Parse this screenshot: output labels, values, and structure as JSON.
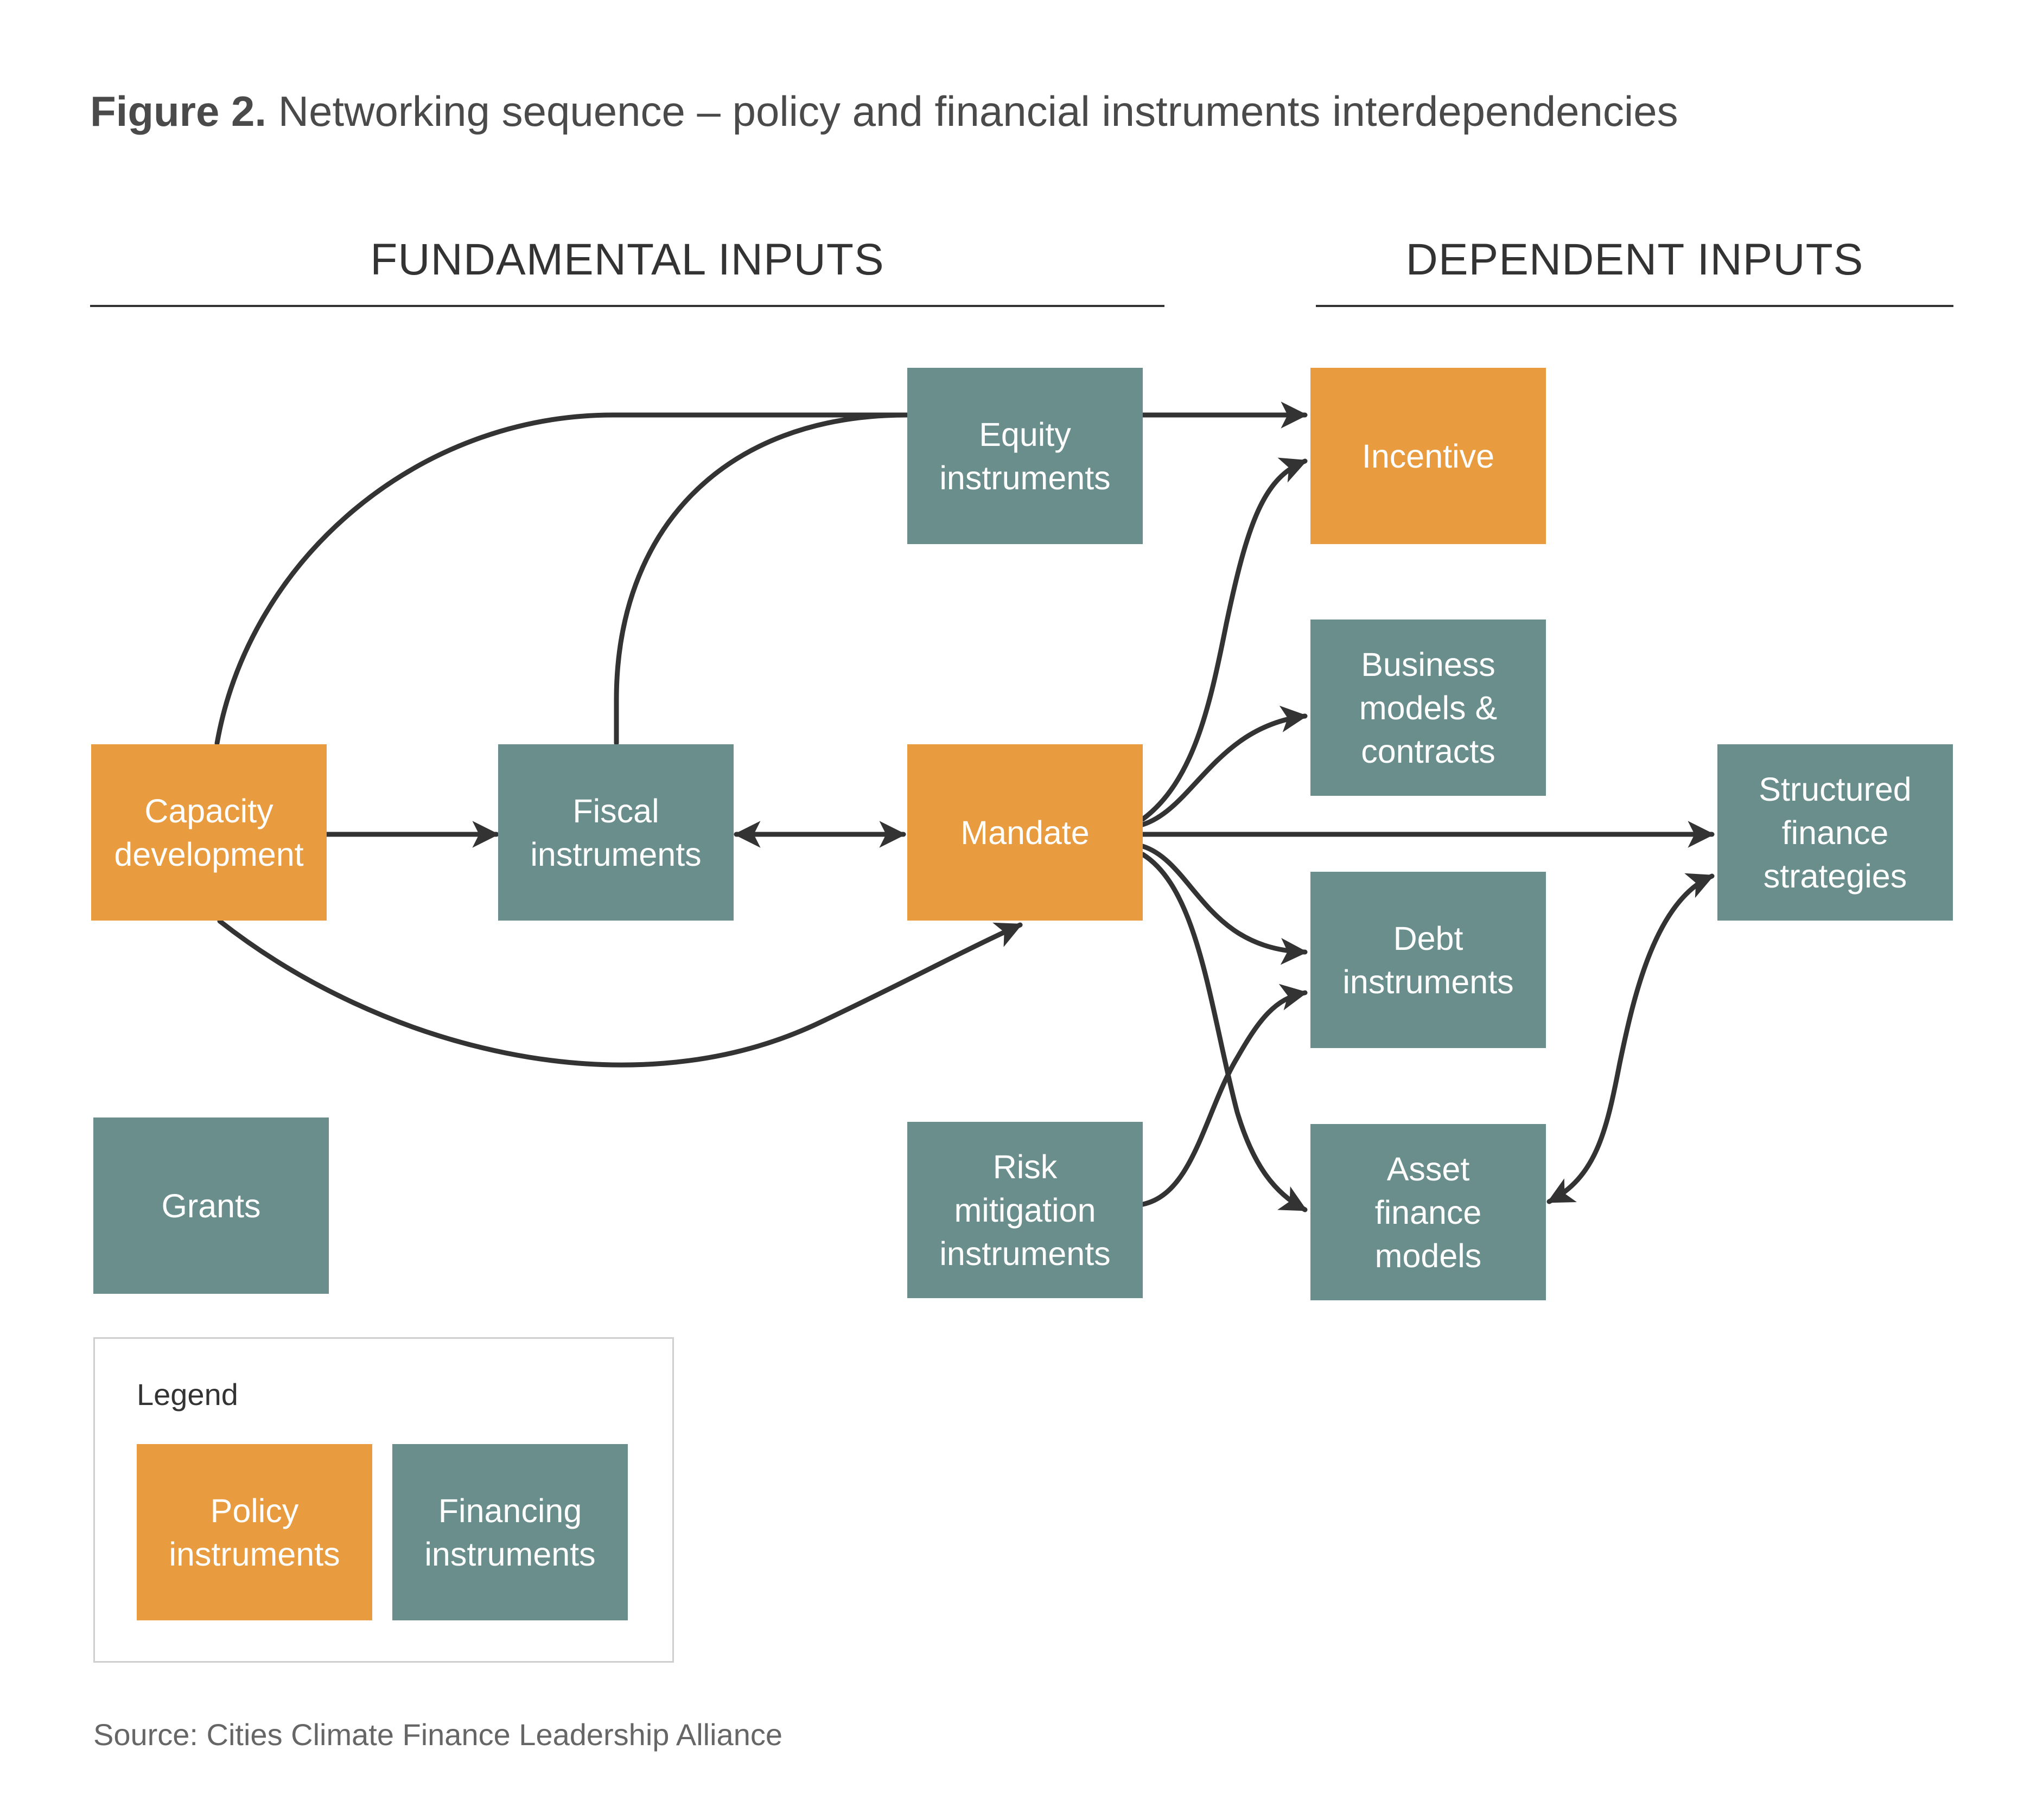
{
  "figure": {
    "label": "Figure 2.",
    "title": "Networking sequence – policy and financial instruments interdependencies"
  },
  "sections": {
    "left": "FUNDAMENTAL INPUTS",
    "right": "DEPENDENT INPUTS"
  },
  "nodes": {
    "equity": {
      "label": "Equity\ninstruments",
      "type": "financing"
    },
    "incentive": {
      "label": "Incentive",
      "type": "policy"
    },
    "business": {
      "label": "Business\nmodels &\ncontracts",
      "type": "financing"
    },
    "capacity": {
      "label": "Capacity\ndevelopment",
      "type": "policy"
    },
    "fiscal": {
      "label": "Fiscal\ninstruments",
      "type": "financing"
    },
    "mandate": {
      "label": "Mandate",
      "type": "policy"
    },
    "structured": {
      "label": "Structured\nfinance\nstrategies",
      "type": "financing"
    },
    "debt": {
      "label": "Debt\ninstruments",
      "type": "financing"
    },
    "grants": {
      "label": "Grants",
      "type": "financing"
    },
    "risk": {
      "label": "Risk\nmitigation\ninstruments",
      "type": "financing"
    },
    "asset": {
      "label": "Asset\nfinance\nmodels",
      "type": "financing"
    }
  },
  "edges": [
    {
      "from": "capacity",
      "to": "fiscal"
    },
    {
      "from": "fiscal",
      "to": "mandate",
      "bidirectional": true
    },
    {
      "from": "capacity",
      "to": "mandate"
    },
    {
      "from": "capacity",
      "to": "equity"
    },
    {
      "from": "fiscal",
      "to": "equity"
    },
    {
      "from": "equity",
      "to": "incentive"
    },
    {
      "from": "mandate",
      "to": "incentive"
    },
    {
      "from": "mandate",
      "to": "business"
    },
    {
      "from": "mandate",
      "to": "structured"
    },
    {
      "from": "mandate",
      "to": "debt"
    },
    {
      "from": "mandate",
      "to": "asset"
    },
    {
      "from": "risk",
      "to": "debt"
    },
    {
      "from": "structured",
      "to": "asset",
      "bidirectional": true
    }
  ],
  "legend": {
    "title": "Legend",
    "policy": "Policy\ninstruments",
    "financing": "Financing\ninstruments"
  },
  "colors": {
    "policy": "#e89b3f",
    "financing": "#6a8e8c",
    "edge": "#333333"
  },
  "source": "Source: Cities Climate Finance Leadership Alliance"
}
